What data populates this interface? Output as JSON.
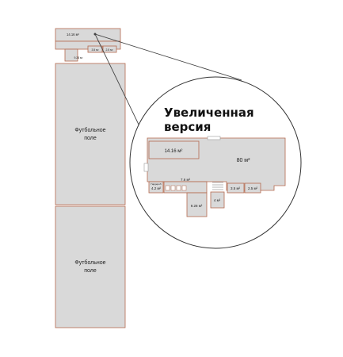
{
  "overview": {
    "field_top_label": "Футбольное\nполе",
    "field_bottom_label": "Футбольное\nполе",
    "small_room_label": "14.16 м²",
    "small_tiny_1": "3.5 м²",
    "small_tiny_2": "2.5 м²",
    "small_tiny_3": "9.28 м²"
  },
  "zoom": {
    "title_line1": "Увеличенная",
    "title_line2": "версия",
    "rooms": [
      {
        "key": "r1416",
        "label": "14.16 м²"
      },
      {
        "key": "r80",
        "label": "80 м²"
      },
      {
        "key": "r76",
        "label": "7.6 м²"
      },
      {
        "key": "rcloak",
        "label": "Гардероб"
      },
      {
        "key": "r42",
        "label": "4.2 м²"
      },
      {
        "key": "r928",
        "label": "9.28 м²"
      },
      {
        "key": "r4",
        "label": "4 м²"
      },
      {
        "key": "r35",
        "label": "3.5 м²"
      },
      {
        "key": "r25",
        "label": "2.5 м²"
      }
    ]
  }
}
